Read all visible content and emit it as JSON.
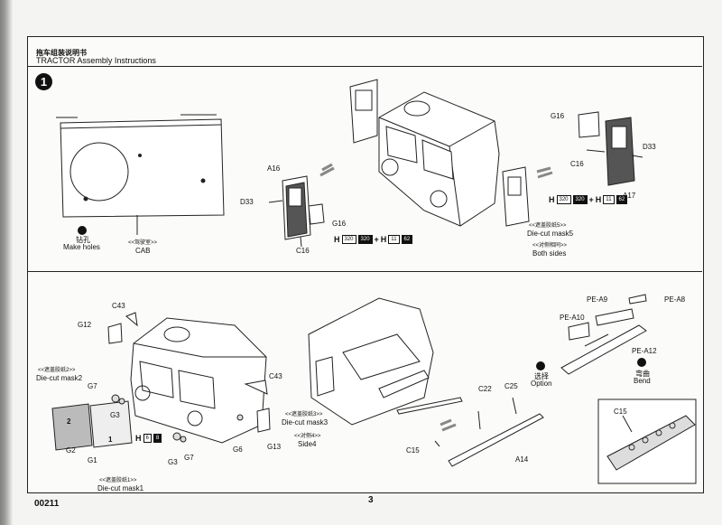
{
  "header": {
    "title_cn": "拖车组装说明书",
    "title_en": "TRACTOR Assembly Instructions"
  },
  "step": {
    "number": "1"
  },
  "top": {
    "drill_icon_symbol": "◉",
    "drill_cn": "钻孔",
    "drill_en": "Make holes",
    "cab_cn": "<<驾驶室>>",
    "cab_en": "CAB",
    "left_door": {
      "a16": "A16",
      "d33": "D33",
      "g16": "G16",
      "c16": "C16",
      "code": {
        "h": "H",
        "b1": "320",
        "b2": "320",
        "plus": "+",
        "h2": "H",
        "b3": "11",
        "b4": "62"
      }
    },
    "mask5_cn": "<<遮盖胶纸5>>",
    "mask5_en": "Die-cut mask5",
    "both_cn": "<<对侧相同>>",
    "both_en": "Both sides",
    "right_door": {
      "g16": "G16",
      "c16": "C16",
      "d33": "D33",
      "a17": "A17",
      "code": {
        "h": "H",
        "b1": "320",
        "b2": "320",
        "plus": "+",
        "h2": "H",
        "b3": "11",
        "b4": "62"
      }
    }
  },
  "bottom": {
    "c43a": "C43",
    "g12": "G12",
    "mask2_cn": "<<遮盖胶纸2>>",
    "mask2_en": "Die-cut mask2",
    "g7a": "G7",
    "g3a": "G3",
    "g2": "G2",
    "g1": "G1",
    "mask1_cn": "<<遮盖胶纸1>>",
    "mask1_en": "Die-cut mask1",
    "h_code": {
      "h": "H",
      "b1": "6",
      "b2": "8"
    },
    "g3b": "G3",
    "g7b": "G7",
    "g6": "G6",
    "g13": "G13",
    "c43b": "C43",
    "mask3_cn": "<<遮盖胶纸3>>",
    "mask3_en": "Die-cut mask3",
    "side4_cn": "<<对侧4>>",
    "side4_en": "Side4",
    "window_nums": [
      "2",
      "1"
    ],
    "c22": "C22",
    "c25": "C25",
    "option_cn": "选择",
    "option_en": "Option",
    "c15a": "C15",
    "a14": "A14",
    "pe_a9": "PE-A9",
    "pe_a8": "PE-A8",
    "pe_a10": "PE-A10",
    "pe_a12": "PE-A12",
    "bend_cn": "弯曲",
    "bend_en": "Bend",
    "c15b": "C15"
  },
  "footer": {
    "product_id": "00211",
    "page": "3"
  }
}
